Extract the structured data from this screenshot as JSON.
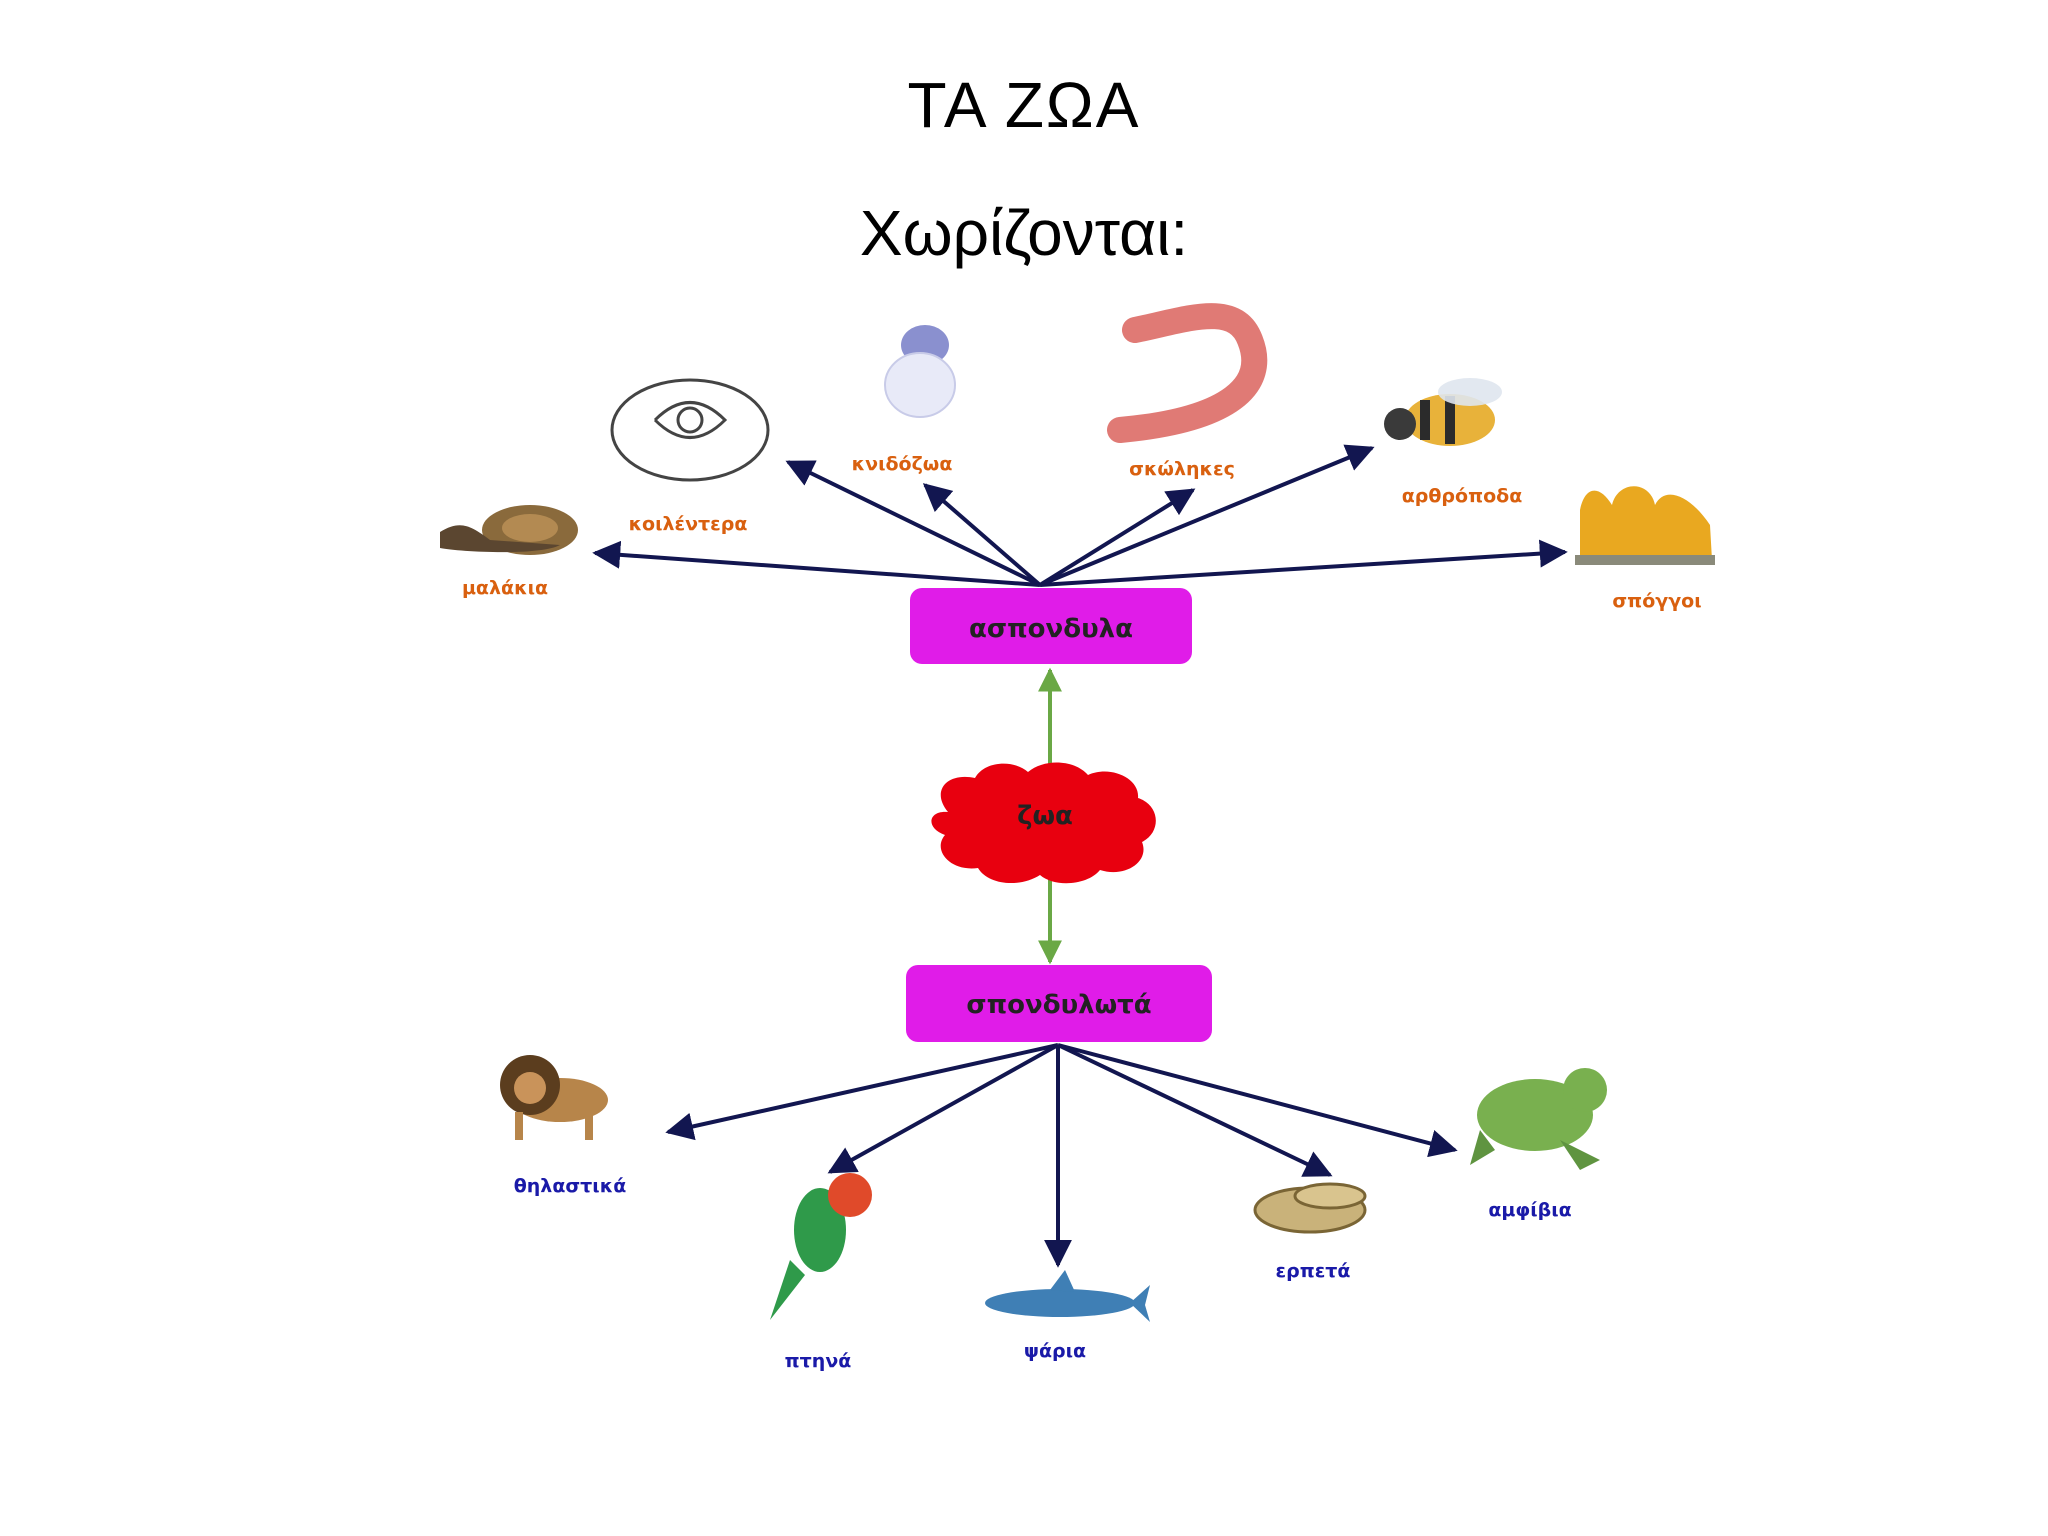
{
  "title": "ΤΑ  ΖΩΑ",
  "subtitle": "Χωρίζονται:",
  "diagram": {
    "center": "ζωα",
    "invertebrates": {
      "label": "ασπονδυλα",
      "children": [
        "μαλάκια",
        "κοιλέντερα",
        "κνιδόζωα",
        "σκώληκες",
        "αρθρόποδα",
        "σπόγγοι"
      ]
    },
    "vertebrates": {
      "label": "σπονδυλωτά",
      "children": [
        "θηλαστικά",
        "πτηνά",
        "ψάρια",
        "ερπετά",
        "αμφίβια"
      ]
    }
  },
  "colors": {
    "center": "#e8000f",
    "category": "#e01ce8",
    "arrow": "#121650",
    "link": "#6aa845",
    "invertebrate_label": "#d9600f",
    "vertebrate_label": "#1a1aa8"
  }
}
